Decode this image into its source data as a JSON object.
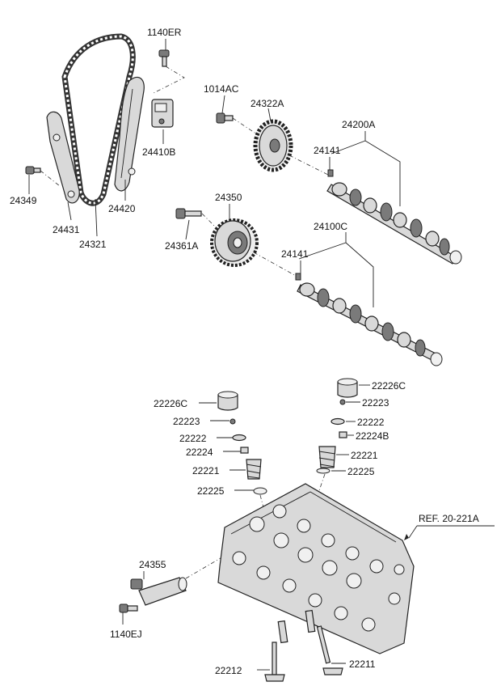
{
  "parts": {
    "p1140ER": "1140ER",
    "p1014AC": "1014AC",
    "p24322A": "24322A",
    "p24200A": "24200A",
    "p24141a": "24141",
    "p24410B": "24410B",
    "p24349": "24349",
    "p24420": "24420",
    "p24431": "24431",
    "p24321": "24321",
    "p24350": "24350",
    "p24100C": "24100C",
    "p24361A": "24361A",
    "p24141b": "24141",
    "p22226Cr": "22226C",
    "p22223r": "22223",
    "p22222r": "22222",
    "p22224Br": "22224B",
    "p22221r": "22221",
    "p22225r": "22225",
    "p22226Cl": "22226C",
    "p22223l": "22223",
    "p22222l": "22222",
    "p22224l": "22224",
    "p22221l": "22221",
    "p22225l": "22225",
    "ref": "REF. 20-221A",
    "p24355": "24355",
    "p1140EJ": "1140EJ",
    "p22212": "22212",
    "p22211": "22211"
  }
}
